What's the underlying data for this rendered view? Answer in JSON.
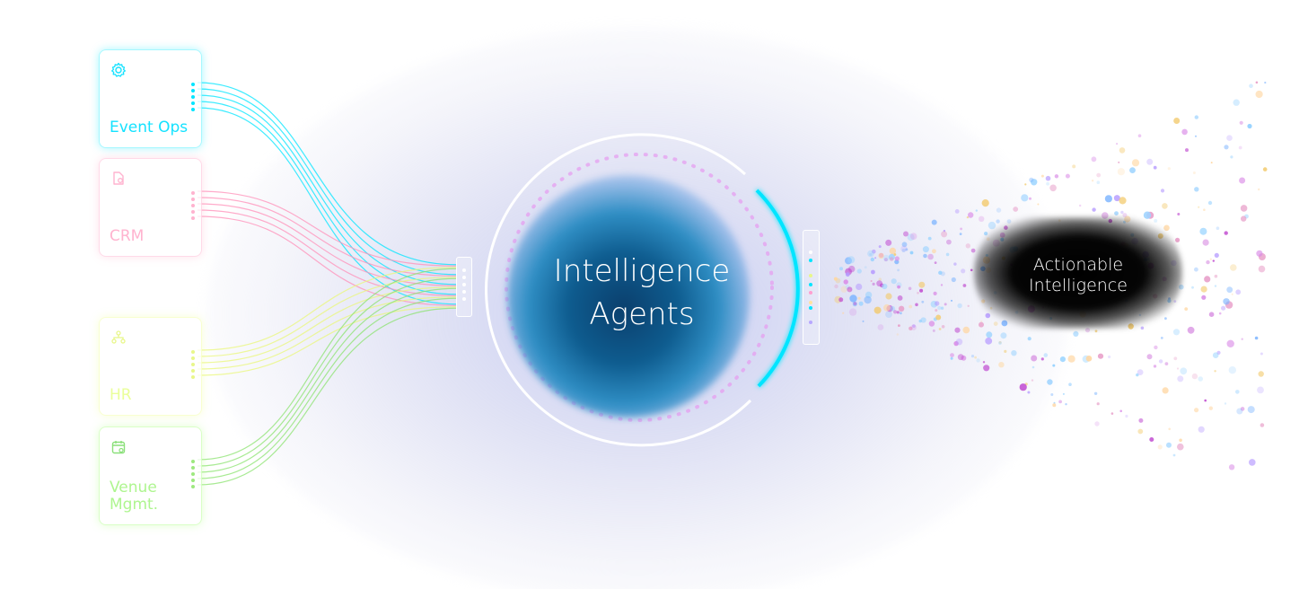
{
  "sources": [
    {
      "label": "Event Ops",
      "icon": "gear-icon",
      "color": "#14e2ff"
    },
    {
      "label": "CRM",
      "icon": "document-user-icon",
      "color": "#ffb3cf"
    },
    {
      "label": "HR",
      "icon": "people-network-icon",
      "color": "#eaff9a"
    },
    {
      "label": "Venue Mgmt.",
      "icon": "calendar-icon",
      "color": "#aef58f"
    }
  ],
  "core": {
    "title_line1": "Intelligence",
    "title_line2": "Agents"
  },
  "output": {
    "label_line1": "Actionable",
    "label_line2": "Intelligence"
  },
  "colors": {
    "accent_cyan": "#00e5ff",
    "ring": "#ffffff",
    "ring_dots": "#e59ff0",
    "core_dark": "#0b3f6d"
  }
}
